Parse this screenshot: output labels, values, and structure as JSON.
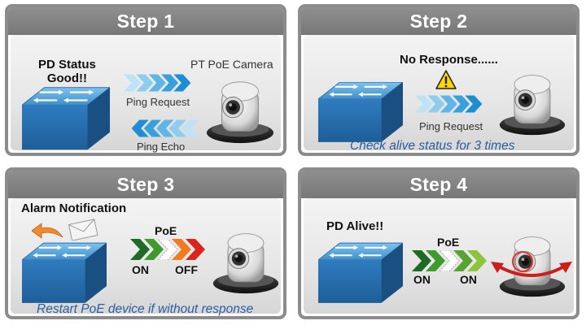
{
  "steps": [
    {
      "title": "Step 1",
      "status_label": "PD Status\nGood!!",
      "camera_label": "PT PoE Camera",
      "arrow_labels": [
        "Ping Request",
        "Ping Echo"
      ]
    },
    {
      "title": "Step 2",
      "status_label": "No Response......",
      "arrow_label": "Ping Request",
      "note": "Check alive status for 3 times"
    },
    {
      "title": "Step 3",
      "alarm_label": "Alarm Notification",
      "poe_label": "PoE",
      "on_label": "ON",
      "off_label": "OFF",
      "note": "Restart PoE device if without response"
    },
    {
      "title": "Step 4",
      "status_label": "PD Alive!!",
      "poe_label": "PoE",
      "on_label": "ON",
      "on_label_2": "ON"
    }
  ],
  "colors": {
    "header": "#808080",
    "ping_arrow": "#2aa3dd",
    "note": "#2a5d9f",
    "switch_top": "#4e9fd6",
    "switch_side": "#2f76b3",
    "on_green": "#2b7a2e",
    "off_red": "#d8261c",
    "warning": "#ffd500",
    "rotate_arrow": "#cc1f1a"
  },
  "icons": [
    "switch-icon",
    "camera-icon",
    "warning-icon",
    "envelope-icon",
    "alarm-arrow-icon",
    "rotation-arrow-icon"
  ]
}
